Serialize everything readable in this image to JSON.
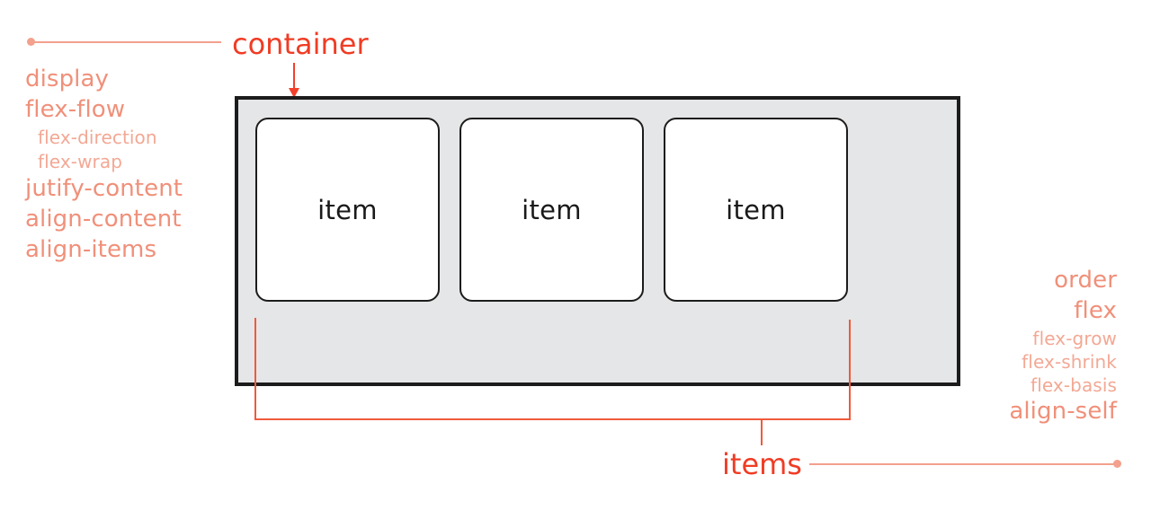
{
  "diagram": {
    "title_container": "container",
    "title_items": "items",
    "container_properties": [
      {
        "label": "display",
        "level": "main"
      },
      {
        "label": "flex-flow",
        "level": "main"
      },
      {
        "label": "flex-direction",
        "level": "sub"
      },
      {
        "label": "flex-wrap",
        "level": "sub"
      },
      {
        "label": "jutify-content",
        "level": "main"
      },
      {
        "label": "align-content",
        "level": "main"
      },
      {
        "label": "align-items",
        "level": "main"
      }
    ],
    "item_properties": [
      {
        "label": "order",
        "level": "main"
      },
      {
        "label": "flex",
        "level": "main"
      },
      {
        "label": "flex-grow",
        "level": "sub"
      },
      {
        "label": "flex-shrink",
        "level": "sub"
      },
      {
        "label": "flex-basis",
        "level": "sub"
      },
      {
        "label": "align-self",
        "level": "main"
      }
    ],
    "items": [
      {
        "label": "item"
      },
      {
        "label": "item"
      },
      {
        "label": "item"
      }
    ],
    "colors": {
      "callout_text": "#f03c24",
      "property_text": "#f0907a",
      "property_sub_text": "#f3a894",
      "leader_line": "#f3a08d",
      "bracket_line": "#f05a3c",
      "container_fill": "#e5e6e7",
      "container_border": "#1c1c1c",
      "item_fill": "#ffffff",
      "item_border": "#1c1c1c",
      "item_text": "#1a1a1a",
      "page_background": "#ffffff"
    }
  }
}
